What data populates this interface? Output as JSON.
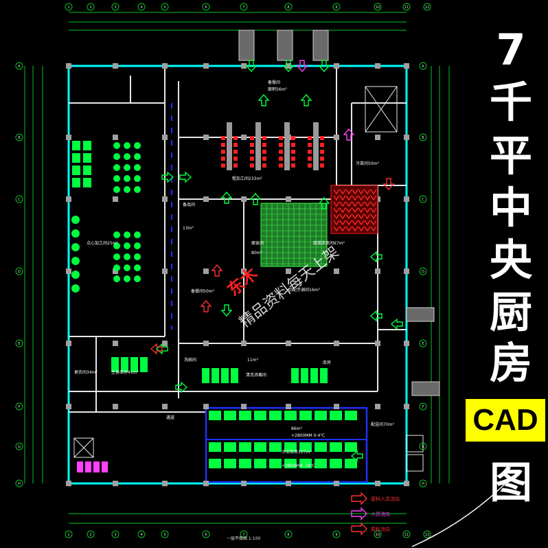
{
  "title_chars": [
    "7",
    "千",
    "平",
    "中",
    "央",
    "厨",
    "房"
  ],
  "badge": "CAD",
  "last_char": "图",
  "watermark": "精品资料每天上架",
  "watermark_stamp": "东木",
  "rooms": [
    {
      "id": "r1",
      "text": "备餐间"
    },
    {
      "id": "r2",
      "text": "面积56m²"
    },
    {
      "id": "r3",
      "text": "粗加工间233m²"
    },
    {
      "id": "r4",
      "text": "点心加工间25m²"
    },
    {
      "id": "r5",
      "text": "备品间"
    },
    {
      "id": "r6",
      "text": "13m²"
    },
    {
      "id": "r7",
      "text": "面食间"
    },
    {
      "id": "r8",
      "text": "80m²"
    },
    {
      "id": "r9",
      "text": "蔬菜库房间97m²"
    },
    {
      "id": "r10",
      "text": "切配烹调间16m²"
    },
    {
      "id": "r11",
      "text": "冷菜间50m²"
    },
    {
      "id": "r12",
      "text": "11m²"
    },
    {
      "id": "r13",
      "text": "清洗消毒间"
    },
    {
      "id": "r14",
      "text": "主食库房41m²"
    },
    {
      "id": "r15",
      "text": "更衣间34m²"
    },
    {
      "id": "r16",
      "text": "86m²"
    },
    {
      "id": "r17",
      "text": "+2800MM 0-4℃"
    },
    {
      "id": "r18",
      "text": "冷冻库房107m²"
    },
    {
      "id": "r19",
      "text": "+2800MM -18℃"
    },
    {
      "id": "r20",
      "text": "配送间70m²"
    },
    {
      "id": "r21",
      "text": "备餐间50m²"
    },
    {
      "id": "r22",
      "text": "洗碗间"
    },
    {
      "id": "r23",
      "text": "通道"
    },
    {
      "id": "r24",
      "text": "库房"
    }
  ],
  "legend": [
    {
      "label": "原料人员流向",
      "color": "#ff3030"
    },
    {
      "label": "人员流向",
      "color": "#ff40ff"
    },
    {
      "label": "原料流向",
      "color": "#ff3030"
    }
  ],
  "drawing_caption": "一层平面图 1:100",
  "axis_numbers": [
    "1",
    "2",
    "3",
    "4",
    "5",
    "6",
    "7",
    "8",
    "9",
    "10",
    "11",
    "12"
  ],
  "axis_letters": [
    "A",
    "B",
    "C",
    "D",
    "E",
    "F",
    "G",
    "H"
  ],
  "colors": {
    "wall": "#e8e8e8",
    "cyan": "#00ffff",
    "green": "#00ff40",
    "red": "#ff2020",
    "blue": "#2030ff",
    "yellow": "#ffff00",
    "grid": "#00c820"
  }
}
